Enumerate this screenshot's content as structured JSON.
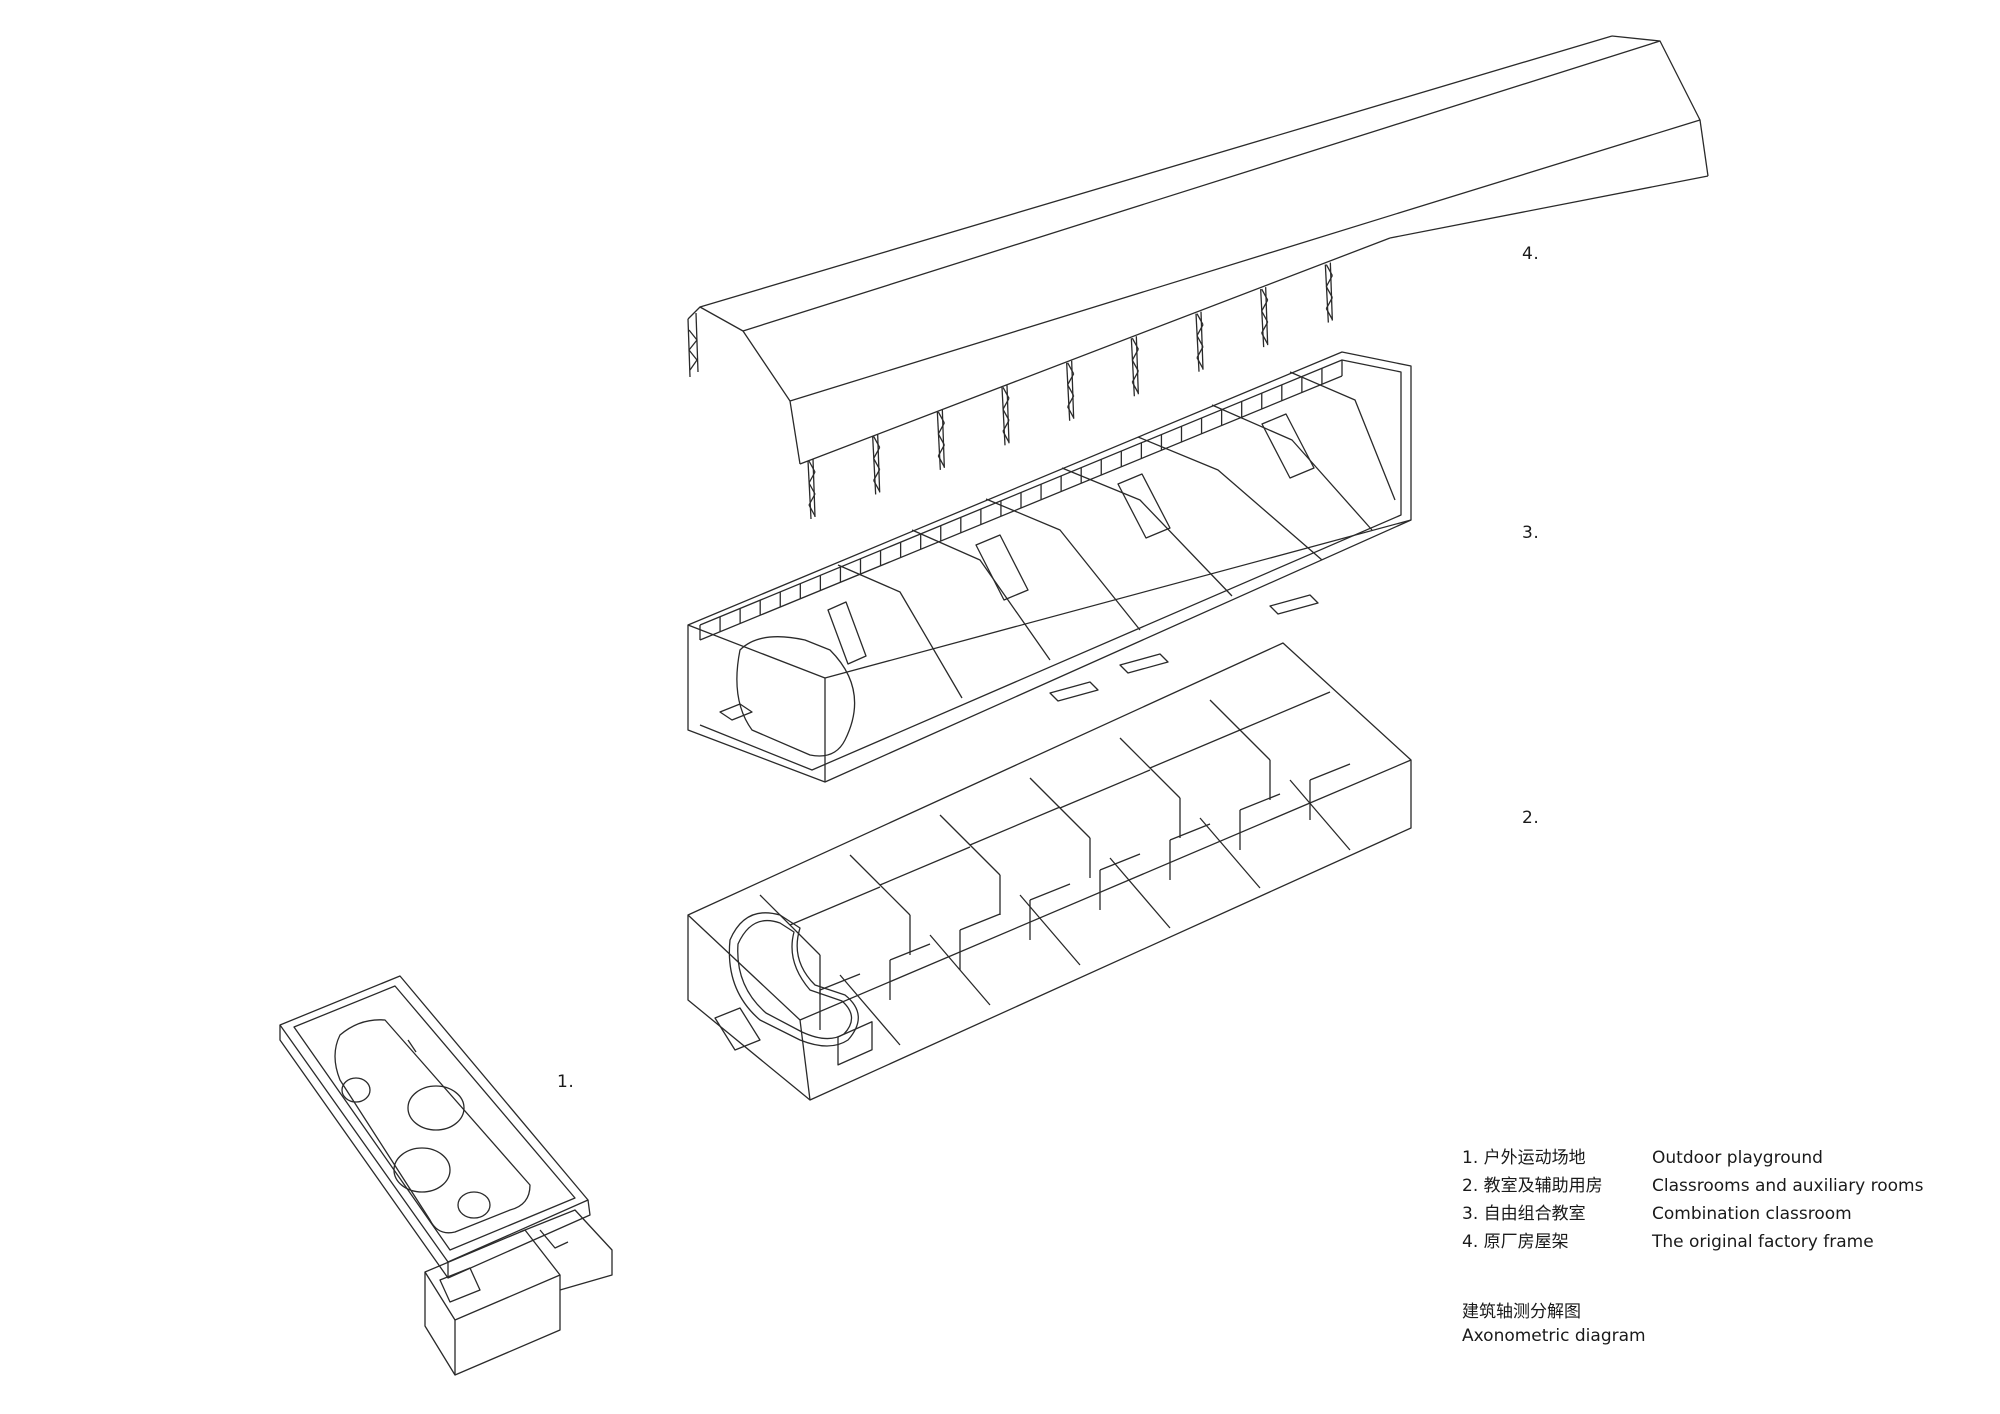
{
  "labels": {
    "l1": "1.",
    "l2": "2.",
    "l3": "3.",
    "l4": "4."
  },
  "legend": [
    {
      "cn": "1. 户外运动场地",
      "en": "Outdoor playground"
    },
    {
      "cn": "2. 教室及辅助用房",
      "en": "Classrooms and auxiliary rooms"
    },
    {
      "cn": "3. 自由组合教室",
      "en": "Combination classroom"
    },
    {
      "cn": "4. 原厂房屋架",
      "en": "The original factory frame"
    }
  ],
  "caption": {
    "cn": "建筑轴测分解图",
    "en": "Axonometric diagram"
  },
  "colors": {
    "line": "#2a2a2a",
    "background": "#ffffff"
  }
}
